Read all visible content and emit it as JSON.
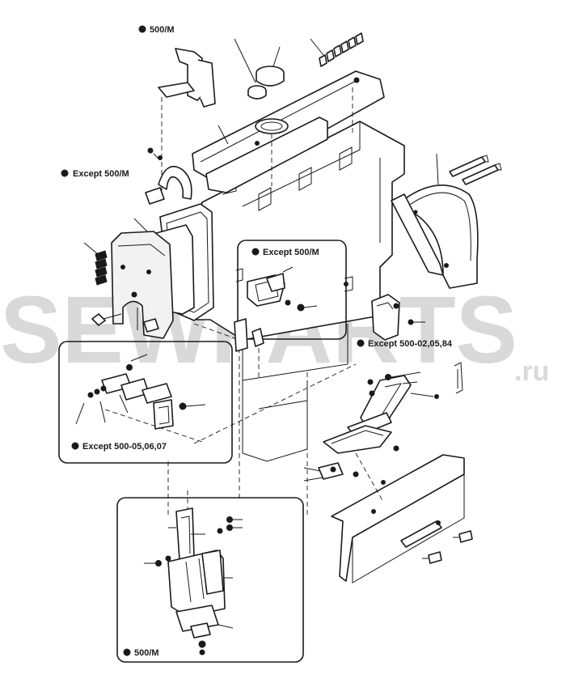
{
  "watermark": {
    "brand": "SEWPARTS",
    "suffix": ".ru"
  },
  "labels": {
    "top_500m": "500/M",
    "except_500m_left": "Except 500/M",
    "except_500m_inset": "Except 500/M",
    "except_500_02_05_84": "Except 500-02,05,84",
    "except_500_05_06_07": "Except 500-05,06,07",
    "bottom_500m": "500/M"
  },
  "colors": {
    "ink": "#1a1a1a",
    "watermark": "#d9d9d9",
    "paper": "#ffffff"
  }
}
